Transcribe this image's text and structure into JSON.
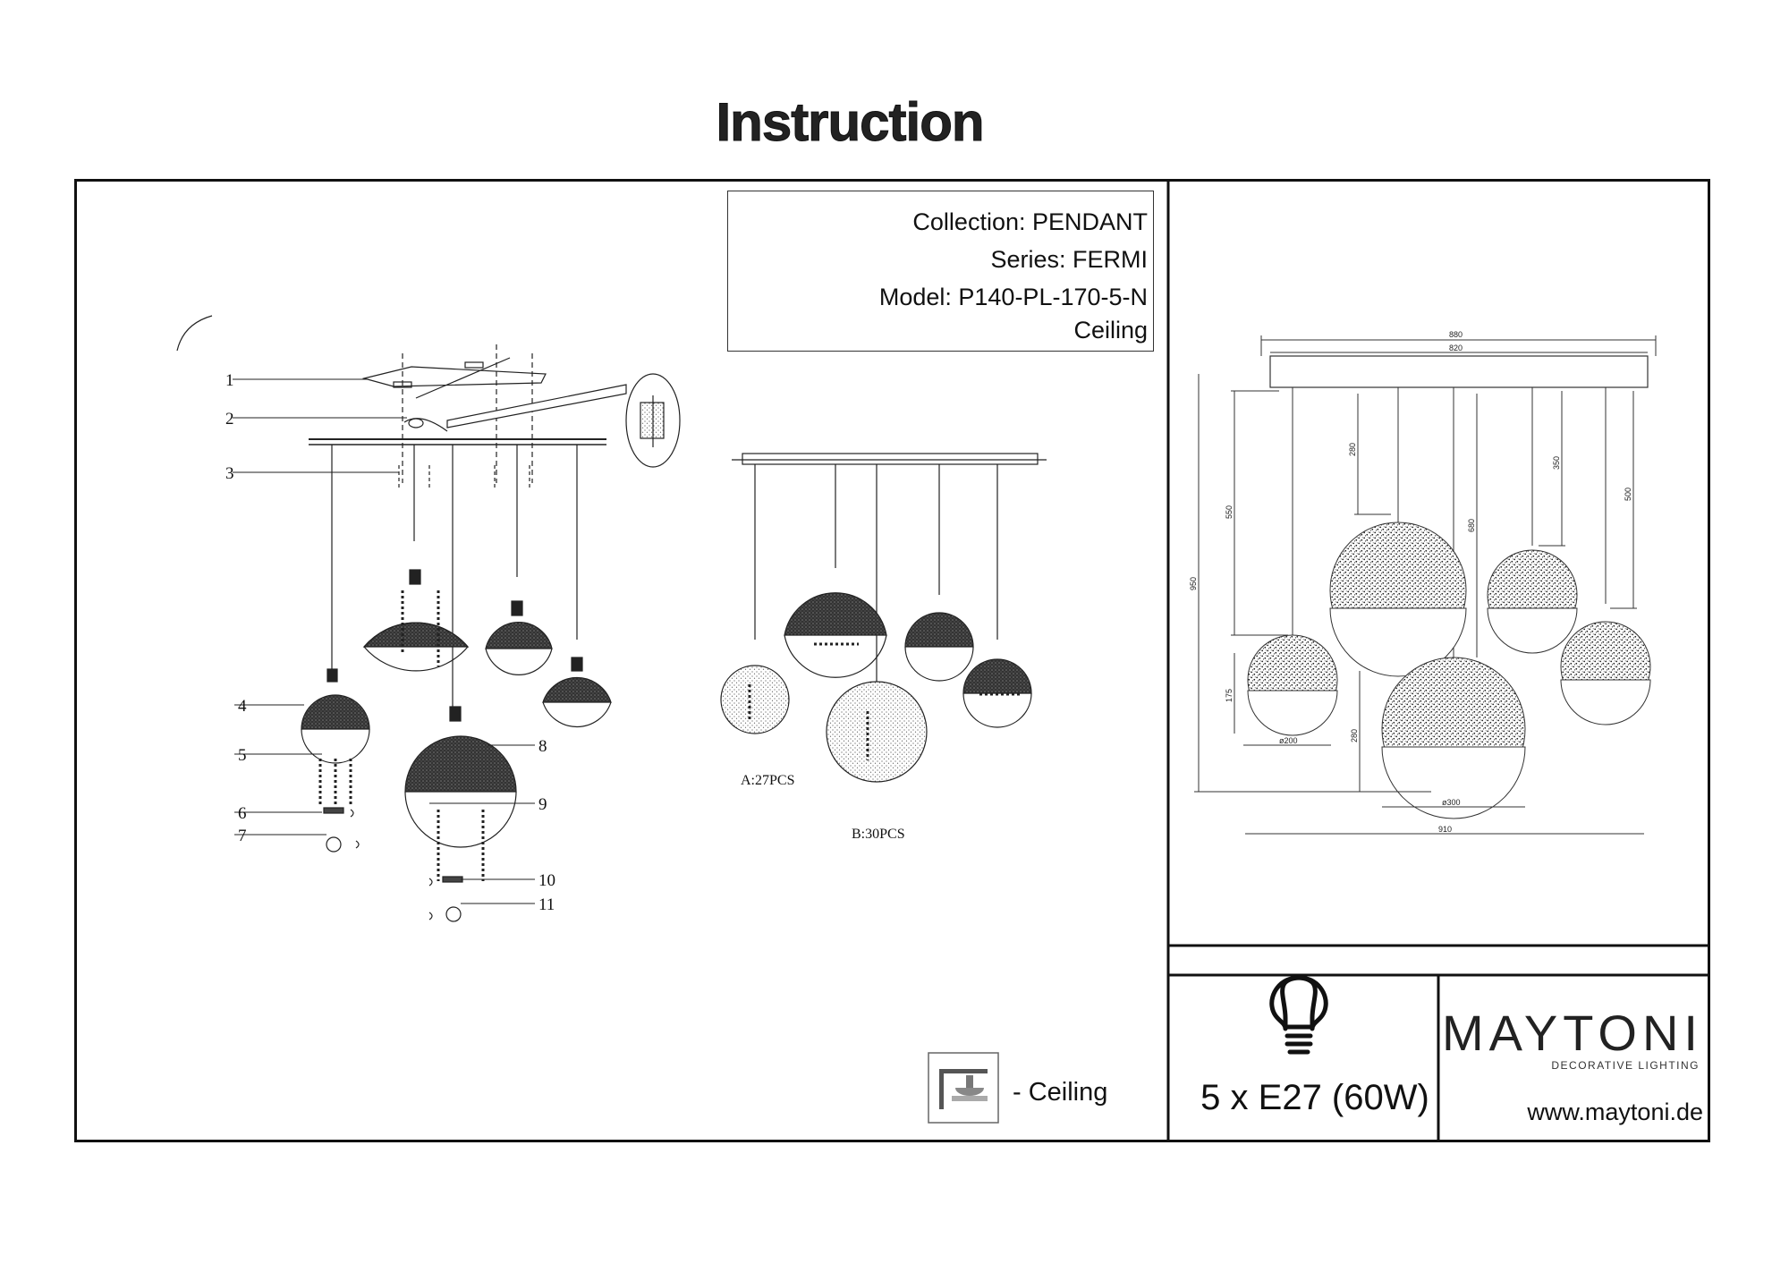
{
  "page": {
    "title": "Instruction"
  },
  "info": {
    "collection": "Collection: PENDANT",
    "series": "Series: FERMI",
    "model": "Model: P140-PL-170-5-N",
    "type": "Ceiling"
  },
  "callouts": [
    "1",
    "2",
    "3",
    "4",
    "5",
    "6",
    "7",
    "8",
    "9",
    "10",
    "11"
  ],
  "crystals": {
    "a": "A:27PCS",
    "b": "B:30PCS"
  },
  "dimensions": {
    "overall_width": "880",
    "canopy_width": "820",
    "drop_280": "280",
    "drop_350": "350",
    "drop_500": "500",
    "drop_550": "550",
    "drop_680": "680",
    "total_height": "950",
    "shade_small_height": "175",
    "shade_large_height": "280",
    "diameter_small": "ø200",
    "diameter_large": "ø300",
    "total_width": "910"
  },
  "mount": {
    "label": "- Ceiling",
    "icon": "ceiling-mount-icon"
  },
  "spec": {
    "lamps": "5 x E27 (60W)",
    "icon": "light-bulb-icon"
  },
  "brand": {
    "name": "MAYTONI",
    "tagline": "DECORATIVE LIGHTING",
    "url": "www.maytoni.de"
  }
}
